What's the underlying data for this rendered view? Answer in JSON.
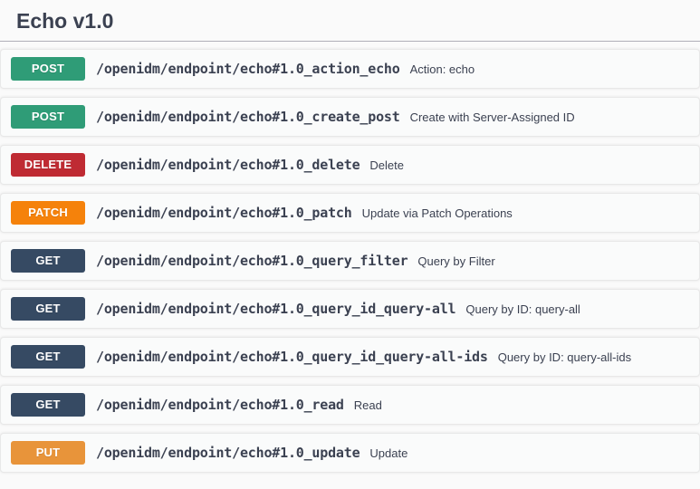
{
  "page": {
    "background_color": "#fafafa"
  },
  "tag": {
    "title": "Echo v1.0"
  },
  "method_colors": {
    "post": "#2f9c77",
    "delete": "#bf2b33",
    "patch": "#f5820b",
    "get": "#364a63",
    "put": "#e8943a"
  },
  "operations": [
    {
      "method": "POST",
      "method_key": "post",
      "path": "/openidm/endpoint/echo#1.0_action_echo",
      "summary": "Action: echo"
    },
    {
      "method": "POST",
      "method_key": "post",
      "path": "/openidm/endpoint/echo#1.0_create_post",
      "summary": "Create with Server-Assigned ID"
    },
    {
      "method": "DELETE",
      "method_key": "delete",
      "path": "/openidm/endpoint/echo#1.0_delete",
      "summary": "Delete"
    },
    {
      "method": "PATCH",
      "method_key": "patch",
      "path": "/openidm/endpoint/echo#1.0_patch",
      "summary": "Update via Patch Operations"
    },
    {
      "method": "GET",
      "method_key": "get",
      "path": "/openidm/endpoint/echo#1.0_query_filter",
      "summary": "Query by Filter"
    },
    {
      "method": "GET",
      "method_key": "get",
      "path": "/openidm/endpoint/echo#1.0_query_id_query-all",
      "summary": "Query by ID: query-all"
    },
    {
      "method": "GET",
      "method_key": "get",
      "path": "/openidm/endpoint/echo#1.0_query_id_query-all-ids",
      "summary": "Query by ID: query-all-ids"
    },
    {
      "method": "GET",
      "method_key": "get",
      "path": "/openidm/endpoint/echo#1.0_read",
      "summary": "Read"
    },
    {
      "method": "PUT",
      "method_key": "put",
      "path": "/openidm/endpoint/echo#1.0_update",
      "summary": "Update"
    }
  ]
}
